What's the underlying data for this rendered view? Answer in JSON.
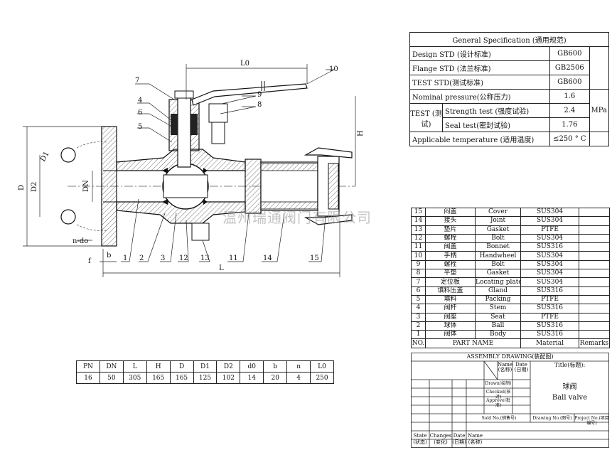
{
  "spec_table": {
    "title": "General  Specification (通用规范)",
    "rows": [
      {
        "label": "Design STD (设计标准)",
        "value": "GB600"
      },
      {
        "label": "Flange STD (法兰标准)",
        "value": "GB2506"
      },
      {
        "label": "TEST STD(测试标准)",
        "value": "GB600"
      }
    ],
    "nominal_label": "Nominal pressure(公称压力)",
    "nominal_value": "1.6",
    "test_group_label": "TEST (测试)",
    "strength_label": "Strength test (强度试验)",
    "strength_value": "2.4",
    "seal_label": "Seal test(密封试验)",
    "seal_value": "1.76",
    "unit": "MPa",
    "temp_label": "Applicable temperature (适用温度)",
    "temp_value": "≤250 ° C"
  },
  "parts_table": {
    "rows": [
      {
        "no": "15",
        "cn": "闷盖",
        "en": "Cover",
        "material": "SUS304",
        "remarks": ""
      },
      {
        "no": "14",
        "cn": "接头",
        "en": "Joint",
        "material": "SUS304",
        "remarks": ""
      },
      {
        "no": "13",
        "cn": "垫片",
        "en": "Gasket",
        "material": "PTFE",
        "remarks": ""
      },
      {
        "no": "12",
        "cn": "螺栓",
        "en": "Bolt",
        "material": "SUS304",
        "remarks": ""
      },
      {
        "no": "11",
        "cn": "阀盖",
        "en": "Bonnet",
        "material": "SUS316",
        "remarks": ""
      },
      {
        "no": "10",
        "cn": "手柄",
        "en": "Handwheel",
        "material": "SUS304",
        "remarks": ""
      },
      {
        "no": "9",
        "cn": "螺栓",
        "en": "Bolt",
        "material": "SUS304",
        "remarks": ""
      },
      {
        "no": "8",
        "cn": "平垫",
        "en": "Gasket",
        "material": "SUS304",
        "remarks": ""
      },
      {
        "no": "7",
        "cn": "定位板",
        "en": "Locating plate",
        "material": "SUS304",
        "remarks": ""
      },
      {
        "no": "6",
        "cn": "填料压盖",
        "en": "Gland",
        "material": "SUS316",
        "remarks": ""
      },
      {
        "no": "5",
        "cn": "填料",
        "en": "Packing",
        "material": "PTFE",
        "remarks": ""
      },
      {
        "no": "4",
        "cn": "阀杆",
        "en": "Stem",
        "material": "SUS316",
        "remarks": ""
      },
      {
        "no": "3",
        "cn": "阀座",
        "en": "Seat",
        "material": "PTFE",
        "remarks": ""
      },
      {
        "no": "2",
        "cn": "球体",
        "en": "Ball",
        "material": "SUS316",
        "remarks": ""
      },
      {
        "no": "1",
        "cn": "阀体",
        "en": "Body",
        "material": "SUS316",
        "remarks": ""
      }
    ],
    "header": {
      "no": "NO.",
      "name": "PART  NAME",
      "material": "Material",
      "remarks": "Remarks"
    }
  },
  "title_block": {
    "assembly": "ASSEMBLY DRAWING(装配图)",
    "date": "Date (日期)",
    "name": "Name (名称)",
    "title_label": "Title(标题):",
    "drawn": "Drawn(绘制)",
    "checked": "Checked(核对)",
    "approve": "Approve(批准)",
    "title_cn": "球阀",
    "title_en": "Ball valve",
    "sold_no": "Sold No.(销售号)",
    "drawing_no": "Drawing No.(图号)",
    "project_no": "Project No.(项目编号)",
    "state": "State (状态)",
    "changes": "Changes (变化)",
    "date2": "Date (日期)",
    "name2": "Name (名称)"
  },
  "dims_table": {
    "headers": [
      "PN",
      "DN",
      "L",
      "H",
      "D",
      "D1",
      "D2",
      "d0",
      "b",
      "n",
      "L0"
    ],
    "values": [
      "16",
      "50",
      "305",
      "165",
      "165",
      "125",
      "102",
      "14",
      "20",
      "4",
      "250"
    ]
  },
  "drawing_labels": {
    "L0": "L0",
    "L": "L",
    "H": "H",
    "D": "D",
    "D1": "D1",
    "D2": "D2",
    "DN": "DN",
    "b": "b",
    "f": "f",
    "ndo": "n-do",
    "p1": "1",
    "p2": "2",
    "p3": "3",
    "p4": "4",
    "p5": "5",
    "p6": "6",
    "p7": "7",
    "p8": "8",
    "p9": "9",
    "p10": "10",
    "p11": "11",
    "p12": "12",
    "p13": "13",
    "p14": "14",
    "p15": "15"
  },
  "watermark": "温州瑞通阀门有限公司"
}
